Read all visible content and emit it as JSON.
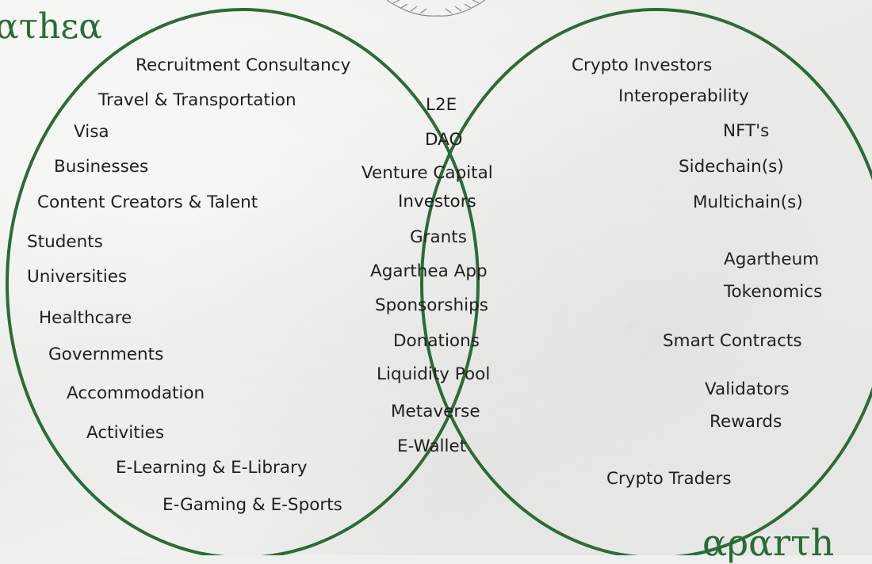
{
  "brand": {
    "logo_top_left": "ατhεα",
    "logo_bottom_right": "αραrτh",
    "color": "#2a6b3a"
  },
  "colors": {
    "circle_stroke": "#2d6a3b"
  },
  "left": [
    "Recruitment Consultancy",
    "Travel & Transportation",
    "Visa",
    "Businesses",
    "Content Creators & Talent",
    "Students",
    "Universities",
    "Healthcare",
    "Governments",
    "Accommodation",
    "Activities",
    "E-Learning & E-Library",
    "E-Gaming & E-Sports"
  ],
  "middle": [
    "L2E",
    "DAO",
    "Venture Capital",
    "Investors",
    "Grants",
    "Agarthea App",
    "Sponsorships",
    "Donations",
    "Liquidity Pool",
    "Metaverse",
    "E-Wallet"
  ],
  "right": [
    "Crypto Investors",
    "Interoperability",
    "NFT's",
    "Sidechain(s)",
    "Multichain(s)",
    "Agartheum",
    "Tokenomics",
    "Smart Contracts",
    "Validators",
    "Rewards",
    "Crypto Traders"
  ]
}
